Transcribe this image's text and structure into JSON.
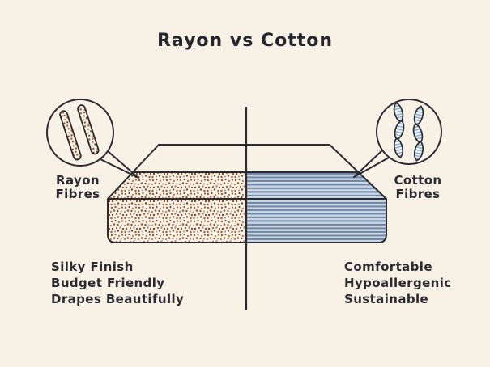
{
  "title": "Rayon vs Cotton",
  "colors": {
    "background": "#f8f2e6",
    "ink": "#2b2a30",
    "rayon_dot": "#9c5a40",
    "cotton_stripe": "#6d87a6",
    "cotton_stripe_light": "#ccd6e3"
  },
  "rayon": {
    "callout_label": "Rayon Fibres",
    "texture": "stippled-dots",
    "fibre_icon": "straight-smooth-strands",
    "features": [
      "Silky Finish",
      "Budget Friendly",
      "Drapes Beautifully"
    ]
  },
  "cotton": {
    "callout_label": "Cotton Fibres",
    "texture": "horizontal-stripes",
    "fibre_icon": "twisted-ribbon-strands",
    "features": [
      "Comfortable",
      "Hypoallergenic",
      "Sustainable"
    ]
  }
}
